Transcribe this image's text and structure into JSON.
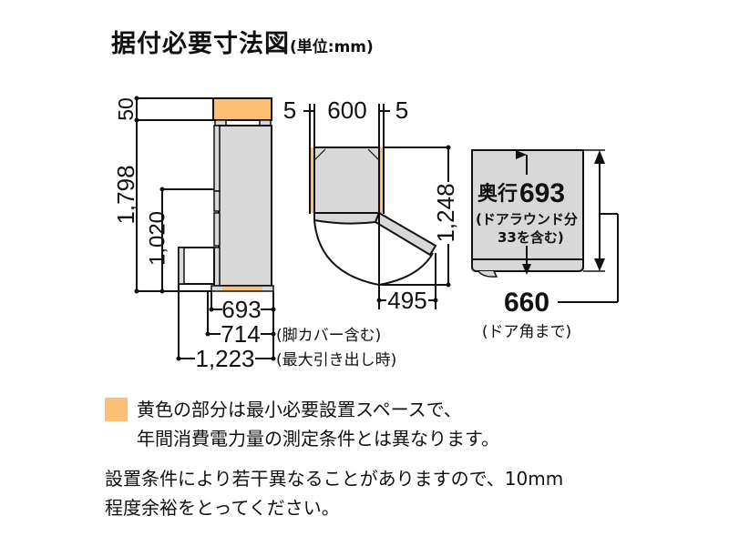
{
  "title": {
    "main": "据付必要寸法図",
    "unit": "(単位:mm)"
  },
  "colors": {
    "min_space": "#fdbf74",
    "body": "#d8d8d8",
    "line": "#111111"
  },
  "front_view": {
    "top_clearance": "50",
    "total_height": "1,798",
    "handle_height": "1,020",
    "depth_body": "693",
    "depth_with_leg_cover": "714",
    "depth_with_leg_cover_note": "(脚カバー含む)",
    "depth_drawer_open": "1,223",
    "depth_drawer_open_note": "(最大引き出し時)"
  },
  "top_view": {
    "left_clearance": "5",
    "width": "600",
    "right_clearance": "5",
    "door_open_depth": "1,248",
    "door_swing": "495"
  },
  "side_view": {
    "depth_label": "奥行",
    "depth_value": "693",
    "depth_note_line1": "(ドアラウンド分",
    "depth_note_line2": "33を含む)",
    "door_corner_width": "660",
    "door_corner_note": "(ドア角まで)"
  },
  "legend": {
    "line1": "黄色の部分は最小必要設置スペースで、",
    "line2": "年間消費電力量の測定条件とは異なります。"
  },
  "footnote": {
    "line1": "設置条件により若干異なることがありますので、10mm",
    "line2": "程度余裕をとってください。"
  }
}
